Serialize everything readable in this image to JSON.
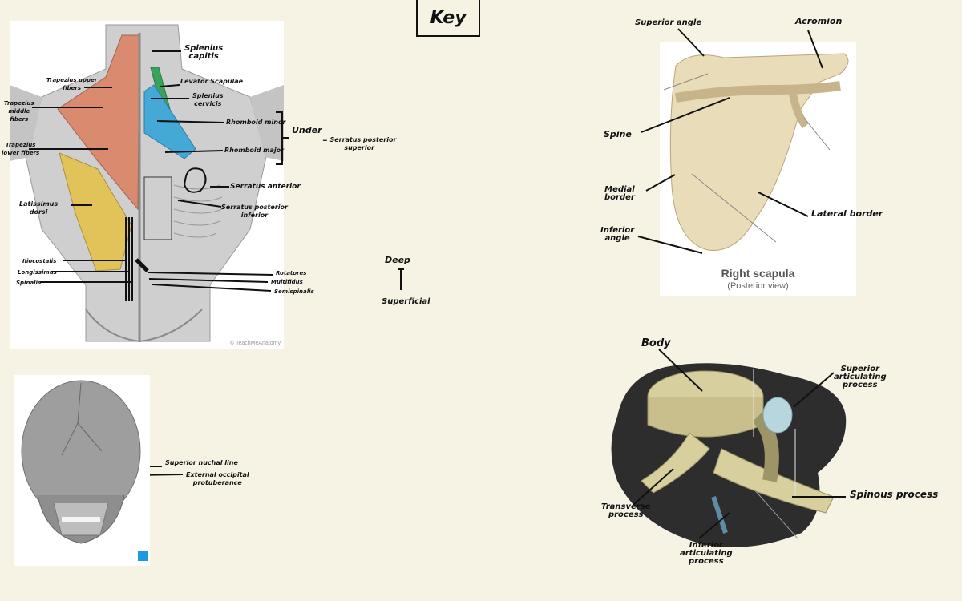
{
  "title": "Key",
  "back_muscles": {
    "labels": {
      "splenius_capitis": "Splenius\ncapitis",
      "levator_scapulae": "Levator Scapulae",
      "splenius_cervicis": "Splenius\ncervicis",
      "rhomboid_minor": "Rhomboid minor",
      "rhomboid_major": "Rhomboid major",
      "serratus_anterior": "Serratus anterior",
      "serratus_posterior_inferior": "Serratus posterior\ninferior",
      "trapezius_upper": "Trapezius upper\nfibers",
      "trapezius_middle": "Trapezius\nmiddle\nfibers",
      "trapezius_lower": "Trapezius\nlower fibers",
      "latissimus_dorsi": "Latissimus\ndorsi",
      "iliocostalis": "Iliocostalis",
      "longissimus": "Longissimus",
      "spinalis": "Spinalis",
      "rotatores": "Rotatores",
      "multifidus": "Multifidus",
      "semispinalis": "Semispinalis",
      "under": "Under",
      "serratus_posterior_superior": "= Serratus posterior\nsuperior"
    },
    "watermark": "© TeachMeAnatomy"
  },
  "depth_key": {
    "deep": "Deep",
    "superficial": "Superficial"
  },
  "skull": {
    "labels": {
      "superior_nuchal": "Superior nuchal line",
      "external_occipital": "External occipital\nprotuberance"
    }
  },
  "scapula": {
    "caption_title": "Right scapula",
    "caption_sub": "(Posterior view)",
    "labels": {
      "superior_angle": "Superior angle",
      "acromion": "Acromion",
      "spine": "Spine",
      "medial_border": "Medial\nborder",
      "inferior_angle": "Inferior\nangle",
      "lateral_border": "Lateral border"
    }
  },
  "vertebra": {
    "labels": {
      "body": "Body",
      "superior_articulating": "Superior\narticulating\nprocess",
      "spinous_process": "Spinous process",
      "transverse_process": "Transverse\nprocess",
      "inferior_articulating": "Inferior\narticulating\nprocess"
    }
  },
  "colors": {
    "background": "#f6f3e5",
    "trapezius": "#d98a6f",
    "latissimus": "#e2c35a",
    "levator": "#3aa35b",
    "rhomboid": "#44a9d6",
    "bone": "#e9dcb8",
    "skull": "#9a9a9a",
    "vertebra": "#d8cf9e"
  }
}
